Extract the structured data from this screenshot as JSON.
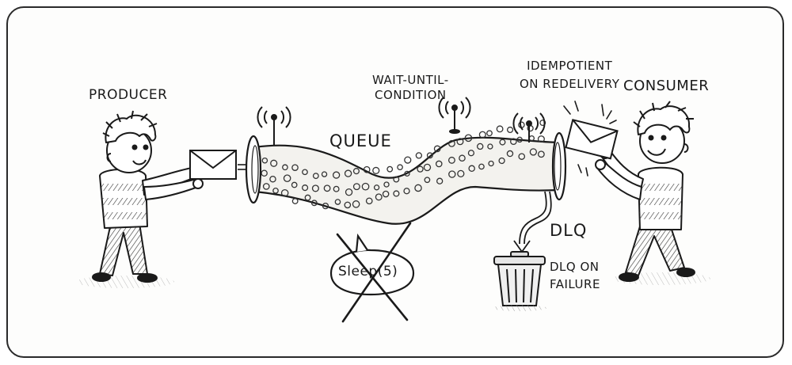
{
  "labels": {
    "producer": "PRODUCER",
    "consumer": "CONSUMER",
    "queue": "QUEUE",
    "wait_line1": "WAIT-UNTIL-",
    "wait_line2": "CONDITION",
    "idem_line1": "IDEMPOTIENT",
    "idem_line2": "ON REDELIVERY",
    "dlq": "DLQ",
    "dlq_fail_line1": "DLQ ON",
    "dlq_fail_line2": "FAILURE",
    "sleep": "Sleep(5)"
  },
  "colors": {
    "ink": "#1a1a1a",
    "paper": "#fdfdfc",
    "queue_fill": "#f3f2ee"
  },
  "icons": {
    "envelope_left": "envelope-icon",
    "envelope_right": "envelope-icon",
    "trash": "trash-can-icon",
    "antenna": "antenna-icon"
  }
}
